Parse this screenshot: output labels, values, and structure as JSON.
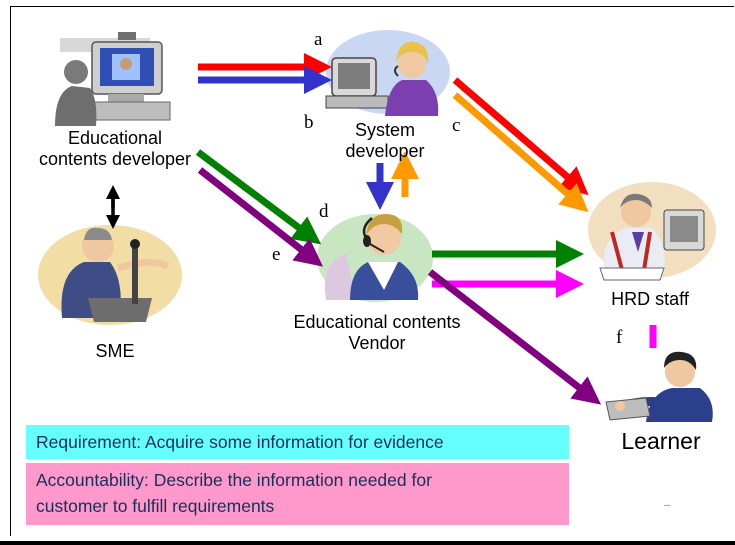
{
  "nodes": {
    "content_developer": "Educational\ncontents developer",
    "system_developer": "System\ndeveloper",
    "vendor": "Educational contents\nVendor",
    "sme": "SME",
    "hrd_staff": "HRD staff",
    "learner": "Learner"
  },
  "arrow_letters": {
    "a": "a",
    "b": "b",
    "c": "c",
    "d": "d",
    "e": "e",
    "f": "f"
  },
  "legend": {
    "requirement": "Requirement: Acquire some information for evidence",
    "accountability": "Accountability: Describe the information needed for\ncustomer to fulfill requirements"
  },
  "page_number": "--",
  "colors": {
    "red": "#ff0000",
    "blue": "#3333cc",
    "orange": "#ff9900",
    "green": "#008000",
    "purple": "#800080",
    "magenta": "#ff00ff",
    "black": "#000000",
    "requirement_box": "#66ffff",
    "accountability_box": "#ff99cc"
  },
  "icons": {
    "content_developer": "computer-user-icon",
    "system_developer": "woman-at-computer-icon",
    "vendor": "headset-operator-icon",
    "sme": "speaker-at-podium-icon",
    "hrd_staff": "office-worker-icon",
    "learner": "learner-at-keyboard-icon"
  }
}
